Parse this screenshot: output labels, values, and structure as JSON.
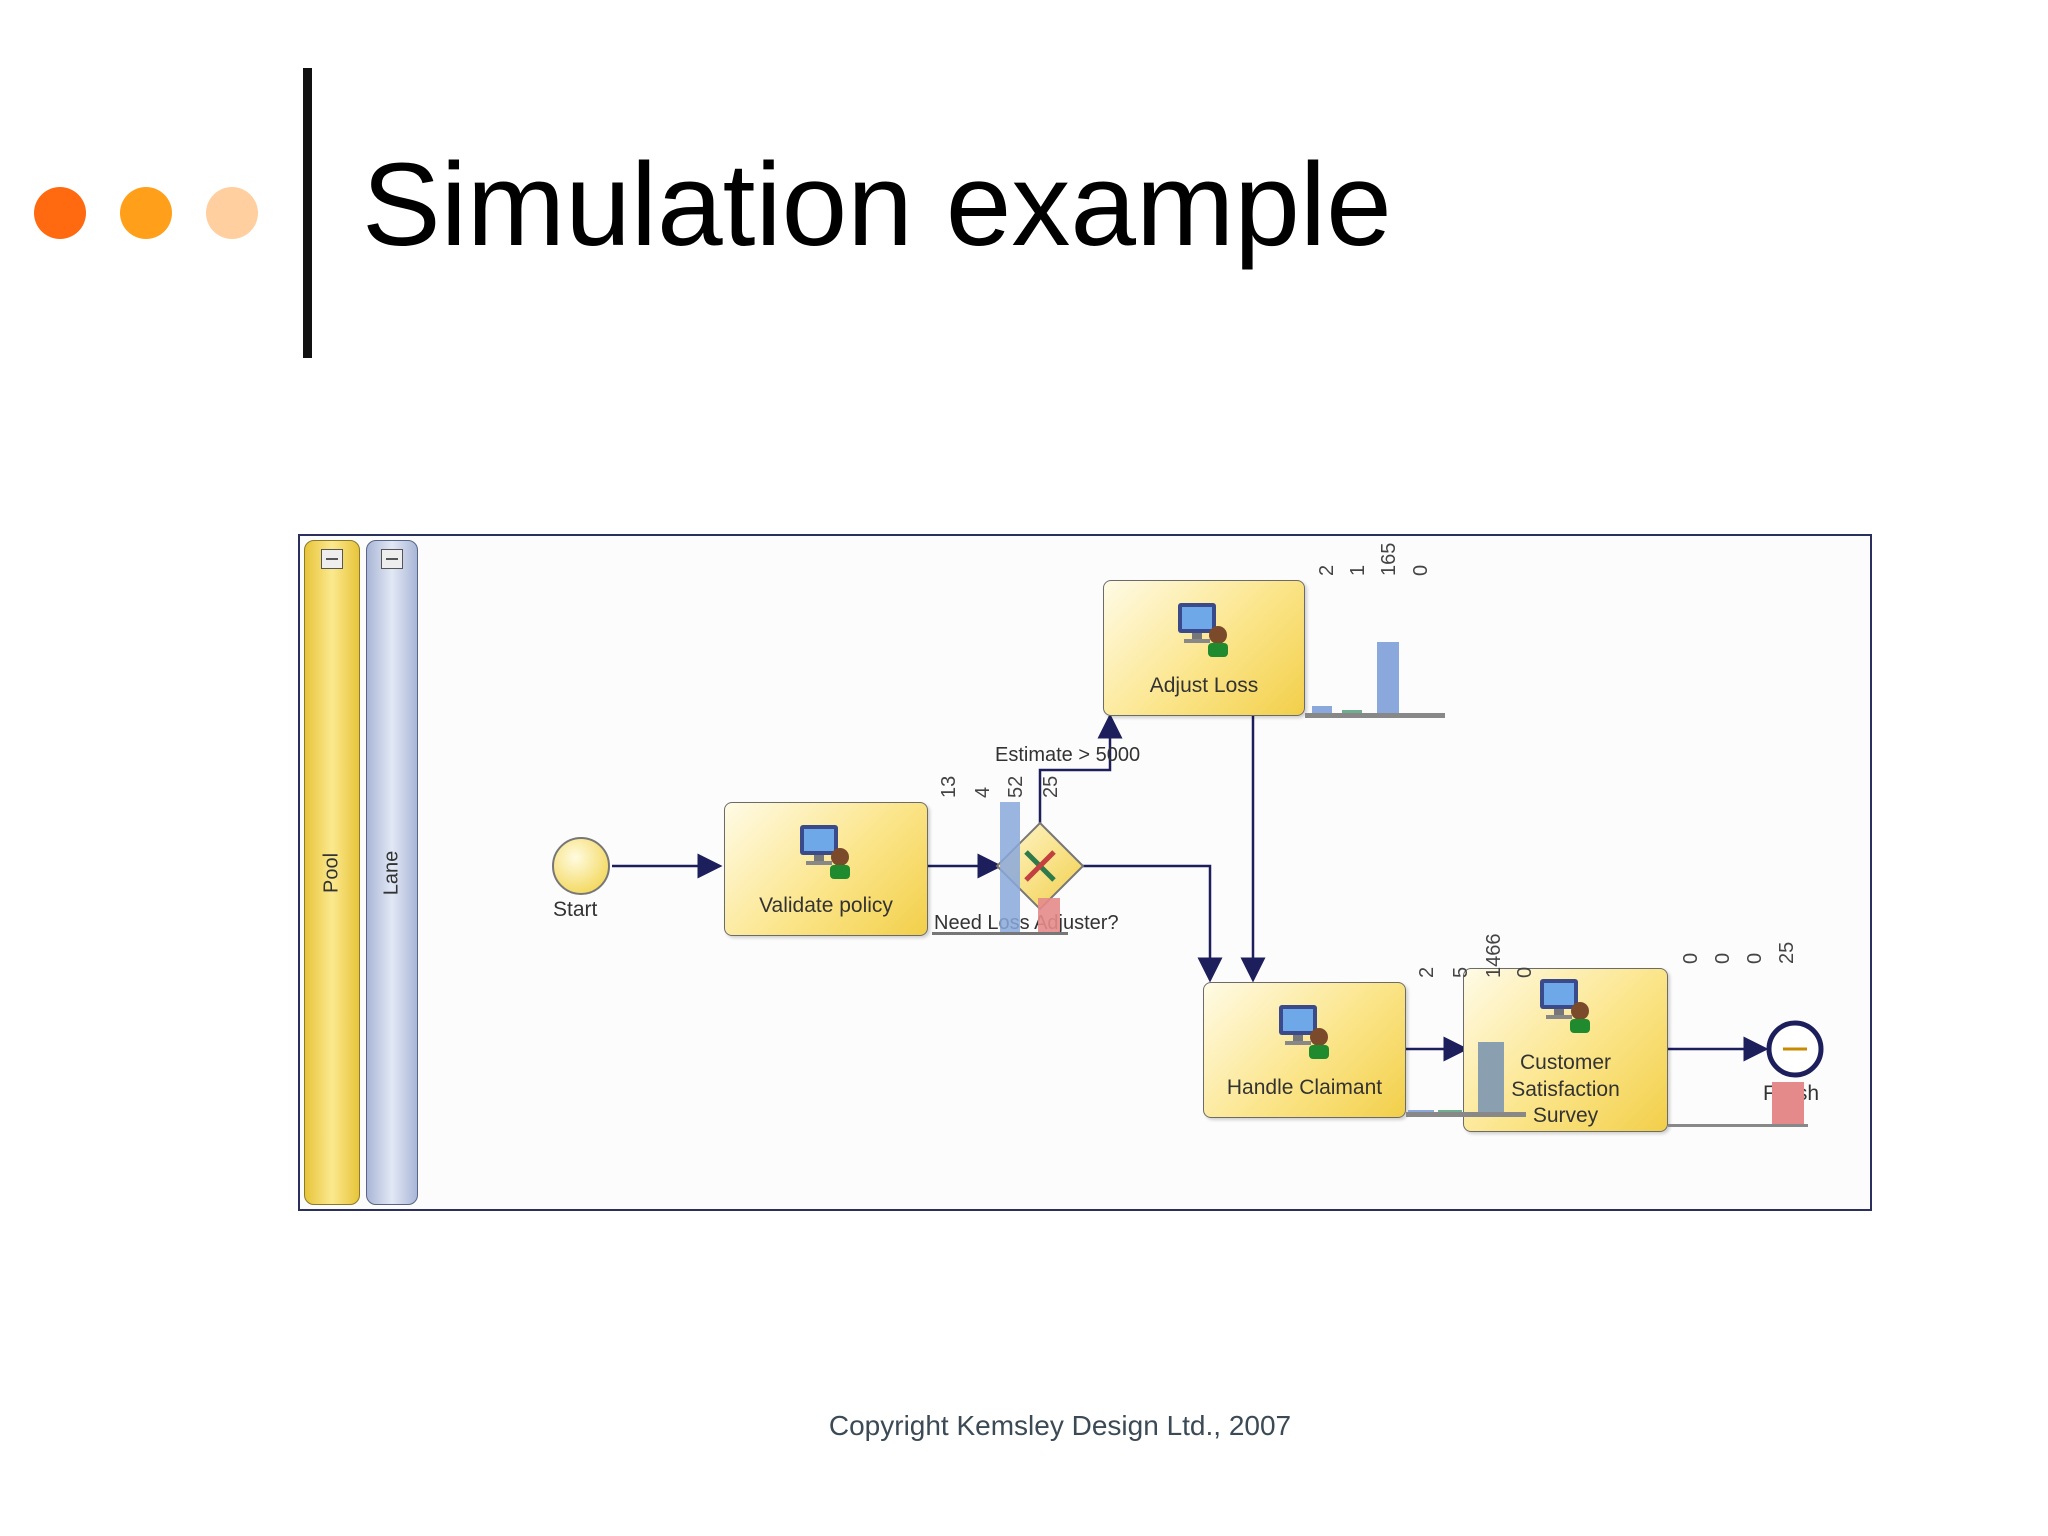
{
  "slide": {
    "title": "Simulation example",
    "copyright": "Copyright Kemsley Design Ltd., 2007",
    "bullet_colors": [
      "#ff6a10",
      "#ff9f1a",
      "#ffcfa0"
    ]
  },
  "diagram": {
    "pool_label": "Pool",
    "lane_label": "Lane",
    "start_label": "Start",
    "finish_label": "Finish",
    "tasks": {
      "validate": "Validate policy",
      "adjust": "Adjust Loss",
      "handle": "Handle Claimant",
      "survey_l1": "Customer",
      "survey_l2": "Satisfaction",
      "survey_l3": "Survey"
    },
    "gateway_label": "Need Loss Adjuster?",
    "flow_label": "Estimate > 5000",
    "stats": {
      "gateway": [
        "13",
        "4",
        "52",
        "25"
      ],
      "adjust": [
        "2",
        "1",
        "165",
        "0"
      ],
      "handle": [
        "2",
        "5",
        "1466",
        "0"
      ],
      "survey": [
        "0",
        "0",
        "0",
        "25"
      ]
    },
    "icon_name": "user-computer-icon"
  }
}
